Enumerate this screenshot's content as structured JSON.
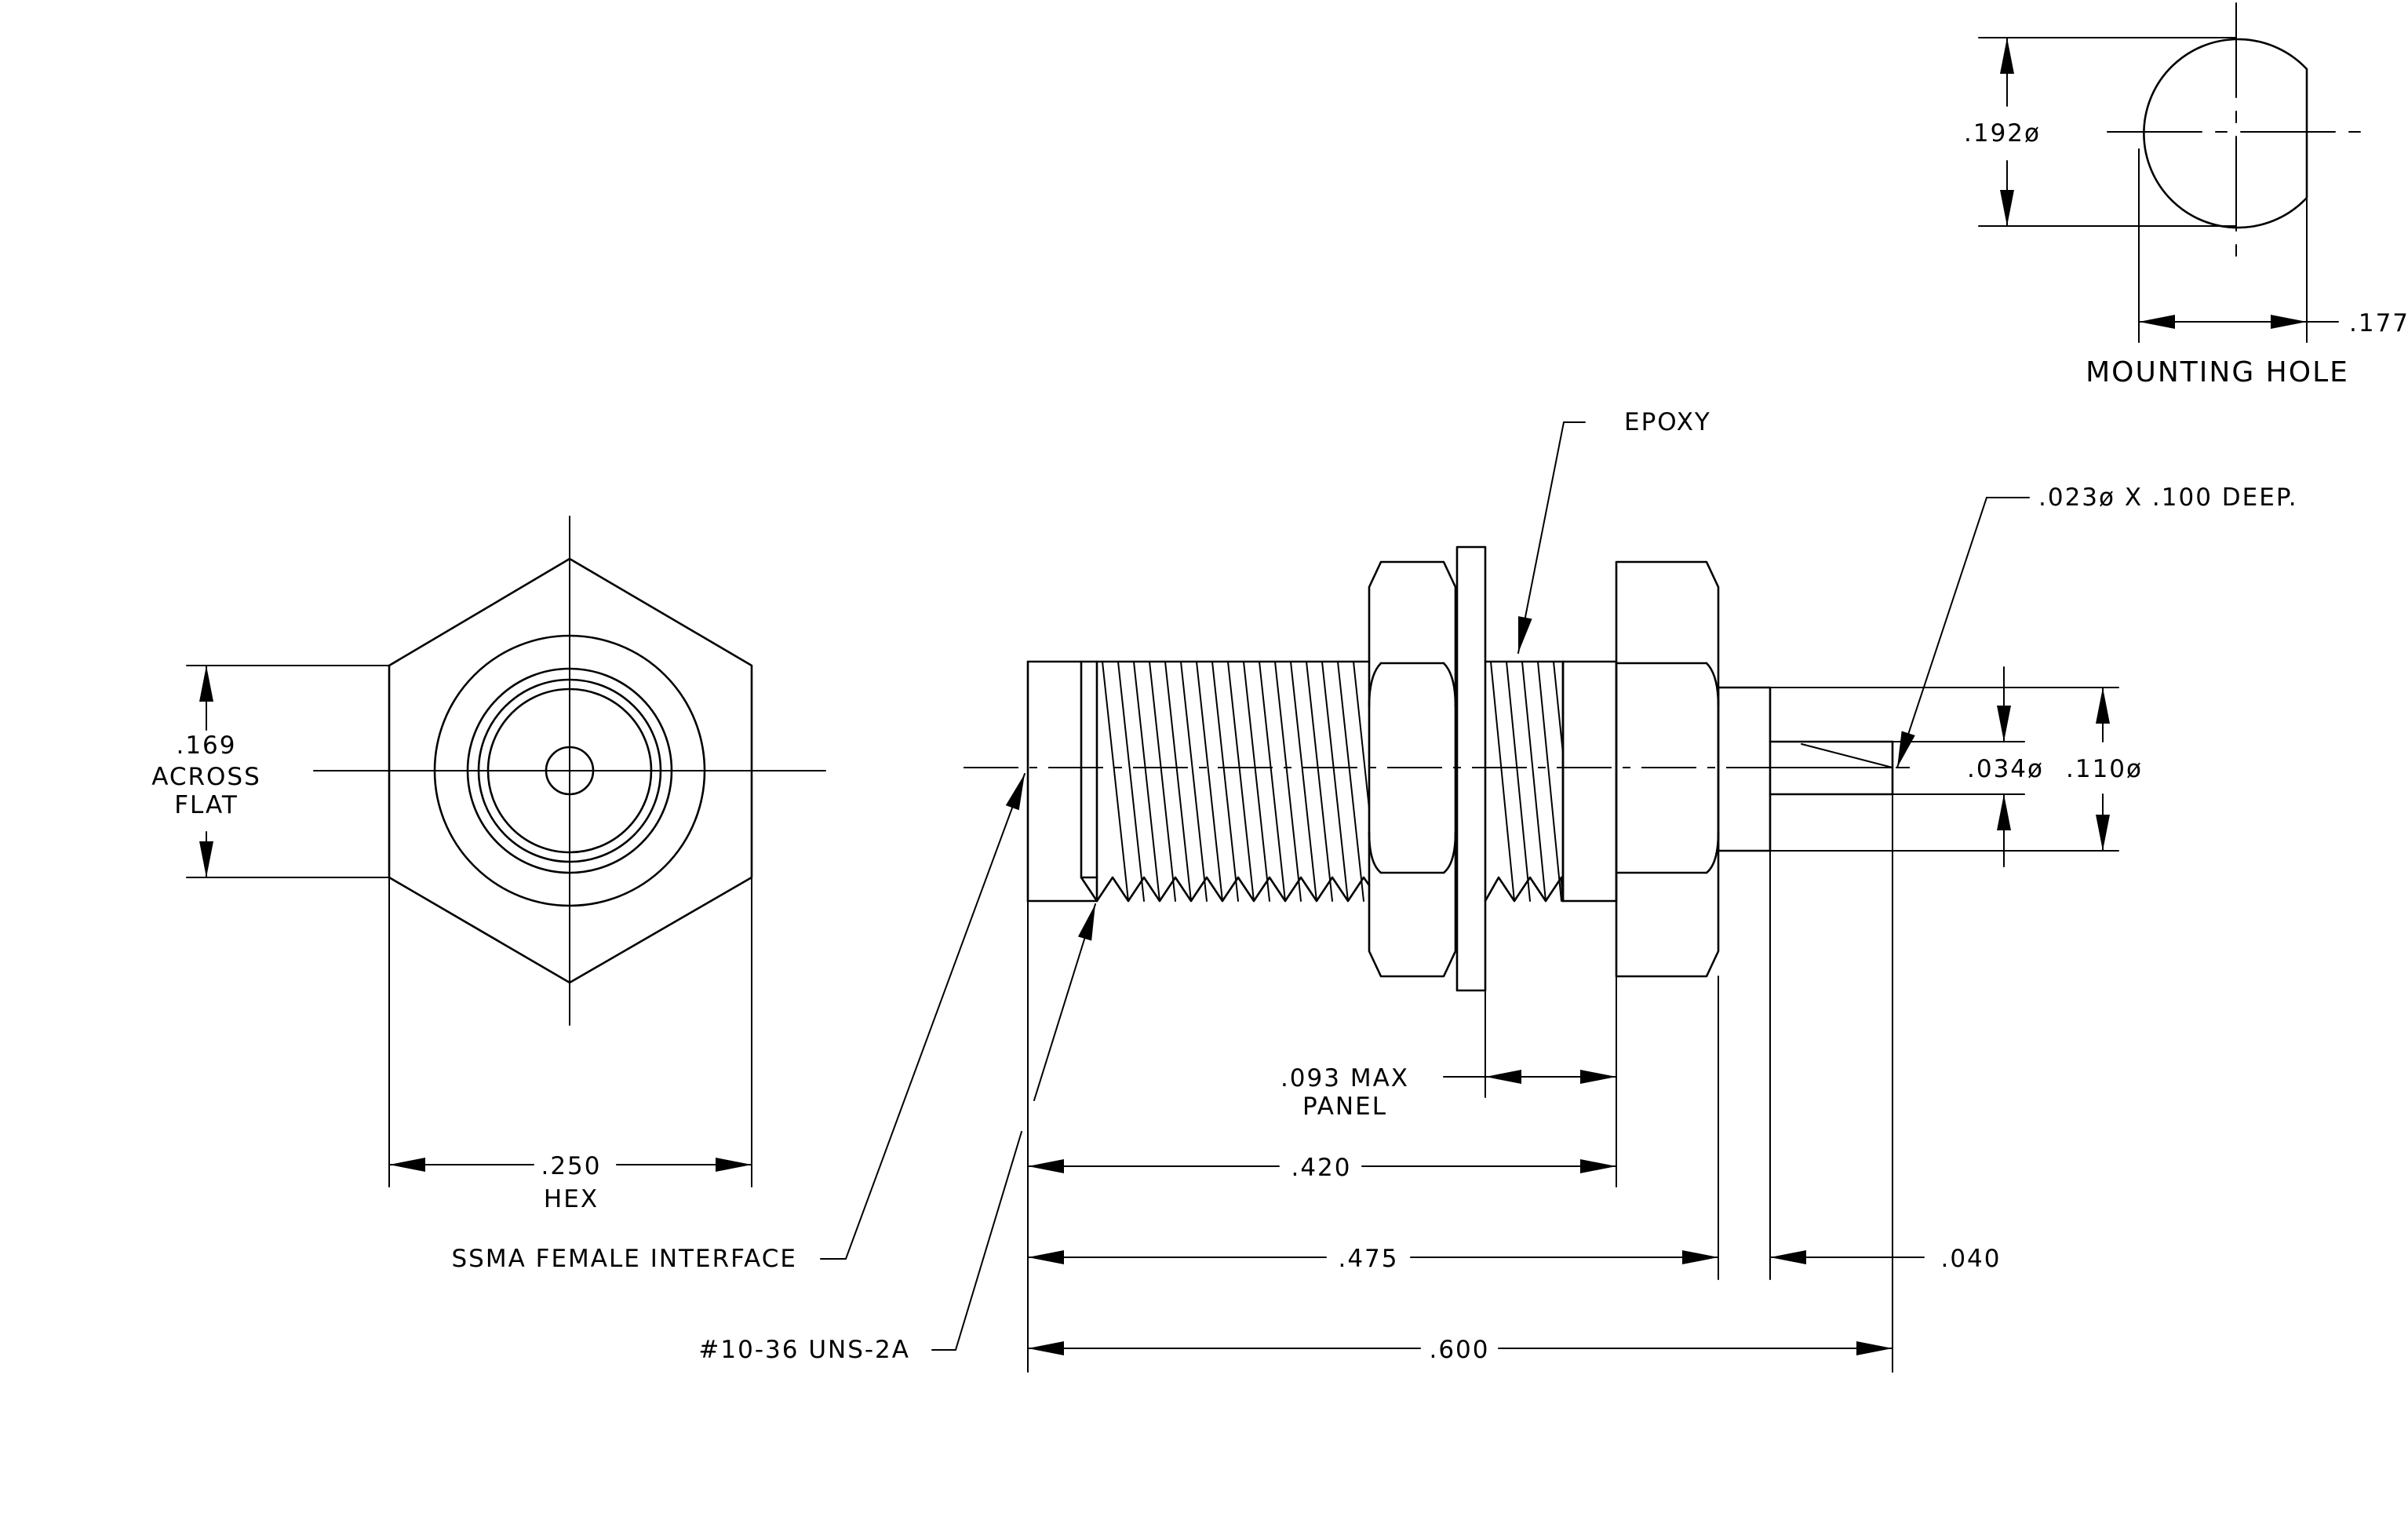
{
  "labels": {
    "hex_height_value": ".169",
    "hex_height_line2": "ACROSS",
    "hex_height_line3": "FLAT",
    "hex_width_value": ".250",
    "hex_width_sub": "HEX",
    "epoxy": "EPOXY",
    "hole_callout": ".023ø X .100 DEEP.",
    "pin_dia": ".034ø",
    "body_dia": ".110ø",
    "panel_value": ".093 MAX",
    "panel_sub": "PANEL",
    "len_420": ".420",
    "len_475": ".475",
    "len_040": ".040",
    "len_600": ".600",
    "ssma": "SSMA FEMALE INTERFACE",
    "thread": "#10-36 UNS-2A",
    "mh_dia": ".192ø",
    "mh_flat": ".177",
    "mh_title": "MOUNTING HOLE"
  }
}
